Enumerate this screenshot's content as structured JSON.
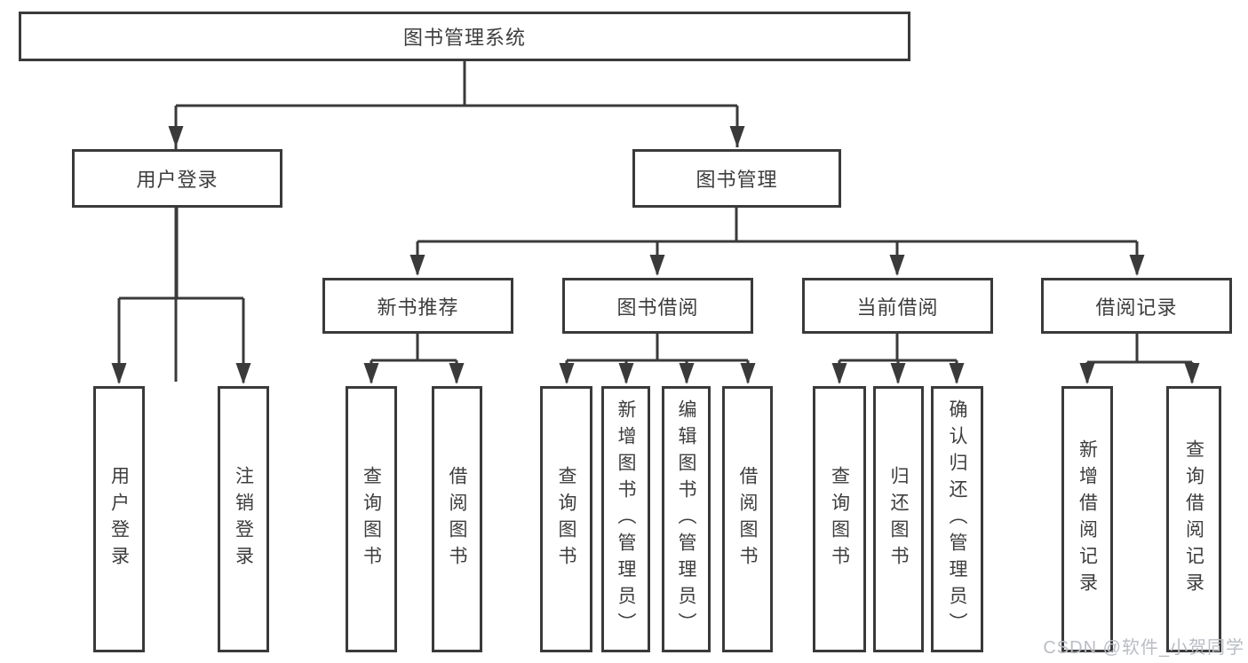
{
  "diagram": {
    "type": "hierarchy-tree",
    "tree": {
      "root": {
        "label": "图书管理系统",
        "children": [
          {
            "label": "用户登录",
            "children": [
              {
                "label": "用户登录"
              },
              {
                "label": "注销登录"
              }
            ]
          },
          {
            "label": "图书管理",
            "children": [
              {
                "label": "新书推荐",
                "children": [
                  {
                    "label": "查询图书"
                  },
                  {
                    "label": "借阅图书"
                  }
                ]
              },
              {
                "label": "图书借阅",
                "children": [
                  {
                    "label": "查询图书"
                  },
                  {
                    "label": "新增图书（管理员）"
                  },
                  {
                    "label": "编辑图书（管理员）"
                  },
                  {
                    "label": "借阅图书"
                  }
                ]
              },
              {
                "label": "当前借阅",
                "children": [
                  {
                    "label": "查询图书"
                  },
                  {
                    "label": "归还图书"
                  },
                  {
                    "label": "确认归还（管理员）"
                  }
                ]
              },
              {
                "label": "借阅记录",
                "children": [
                  {
                    "label": "新增借阅记录"
                  },
                  {
                    "label": "查询借阅记录"
                  }
                ]
              }
            ]
          }
        ]
      }
    }
  },
  "watermark": "CSDN @软件_小贺同学",
  "colors": {
    "line": "#3a3a3a",
    "text": "#3d3d3d",
    "box_bg": "#ffffff",
    "watermark": "#b9bdc4",
    "background": "#ffffff"
  }
}
